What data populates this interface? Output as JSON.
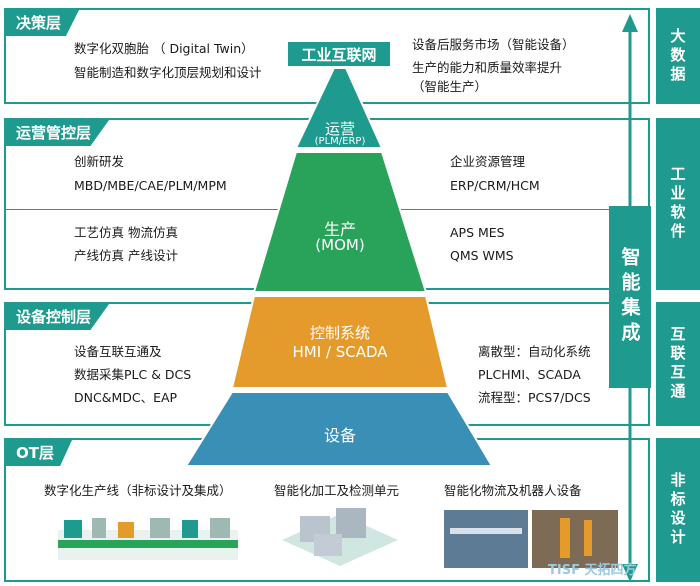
{
  "layers": {
    "decision": "决策层",
    "operations": "运营管控层",
    "equipment": "设备控制层",
    "ot": "OT层"
  },
  "decision": {
    "left_line1": "数字化双胞胎 （ Digital Twin）",
    "left_line2": "智能制造和数字化顶层规划和设计",
    "right_line1": "设备后服务市场（智能设备）",
    "right_line2": "生产的能力和质量效率提升",
    "right_line3": "（智能生产）"
  },
  "operations": {
    "left_line1": "创新研发",
    "left_line2": "MBD/MBE/CAE/PLM/MPM",
    "left_line3": "工艺仿真   物流仿真",
    "left_line4": "产线仿真   产线设计",
    "right_line1": "企业资源管理",
    "right_line2": "ERP/CRM/HCM",
    "right_line3": "APS   MES",
    "right_line4": "QMS   WMS"
  },
  "equipment": {
    "left_line1": "设备互联互通及",
    "left_line2": "数据采集PLC & DCS",
    "left_line3": "DNC&MDC、EAP",
    "right_line1": "离散型：自动化系统",
    "right_line2": "PLCHMI、SCADA",
    "right_line3": "流程型：PCS7/DCS"
  },
  "ot": {
    "item1": "数字化生产线（非标设计及集成）",
    "item2": "智能化加工及检测单元",
    "item3": "智能化物流及机器人设备"
  },
  "pyramid": {
    "top_box": "工业互联网",
    "tier1_title": "运营",
    "tier1_sub": "(PLM/ERP)",
    "tier2_title": "生产",
    "tier2_sub": "(MOM)",
    "tier3_title": "控制系统",
    "tier3_sub": "HMI  /  SCADA",
    "tier4_title": "设备",
    "colors": {
      "teal": "#1e9a8e",
      "green": "#2aa35a",
      "orange": "#e59a2c",
      "blue": "#3a8fb7"
    }
  },
  "right_side": {
    "big_data": "大数据",
    "industrial_software": "工业软件",
    "interconnect": "互联互通",
    "nonstandard": "非标设计",
    "smart_integration": "智能集成"
  },
  "watermark": "TISF 天拓四方"
}
